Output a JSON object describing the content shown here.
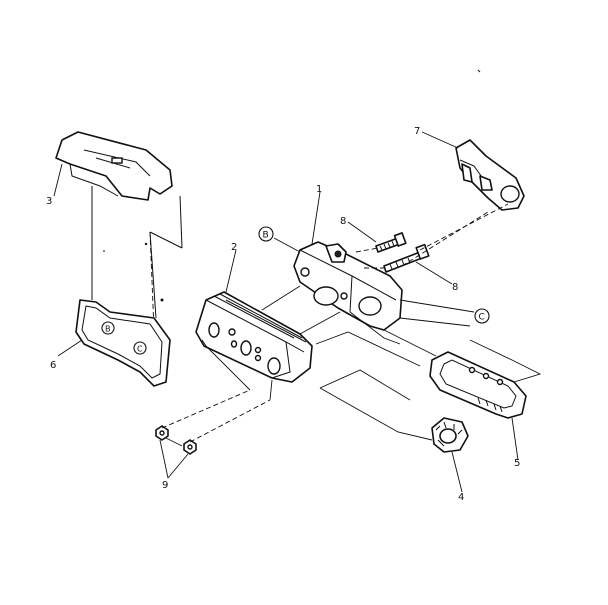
{
  "callouts": {
    "n1": "1",
    "n2": "2",
    "n3": "3",
    "n4": "4",
    "n5": "5",
    "n6": "6",
    "n7": "7",
    "n8a": "8",
    "n8b": "8",
    "n9": "9"
  },
  "refs": {
    "b_top": "B",
    "b_panel": "B",
    "c_panel": "C",
    "c_right": "C"
  }
}
